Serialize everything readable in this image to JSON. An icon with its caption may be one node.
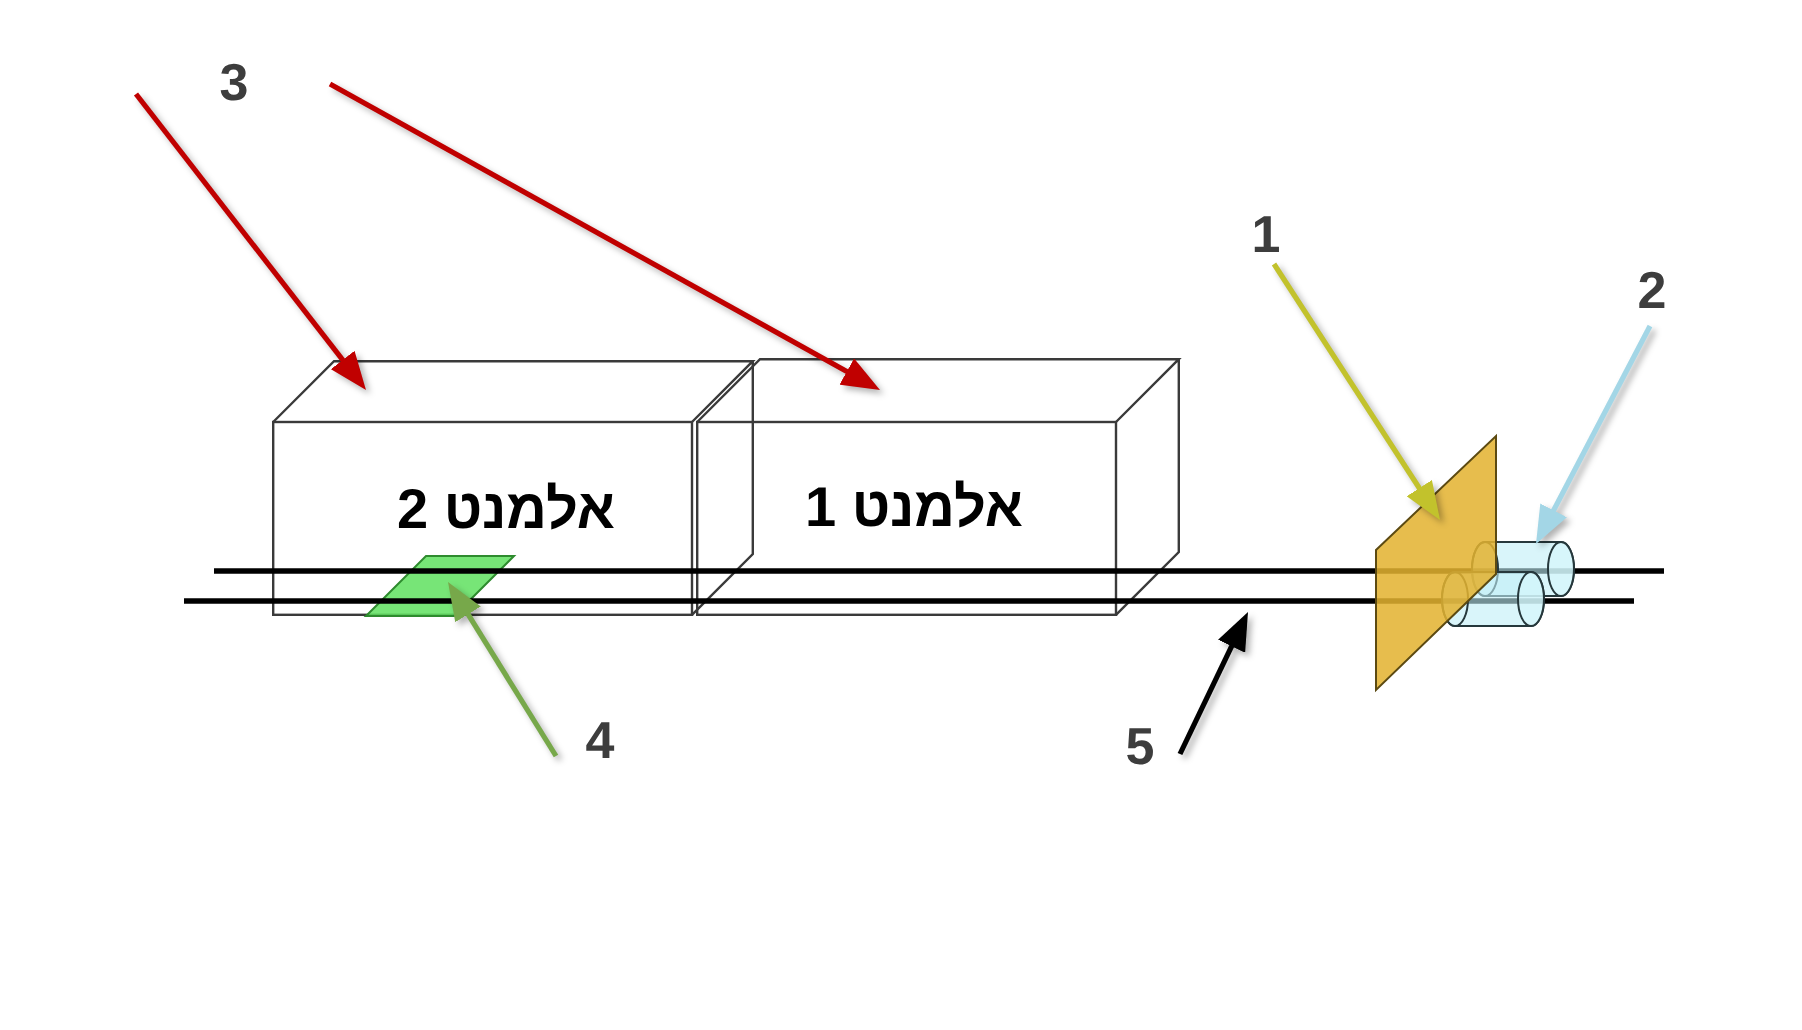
{
  "diagram": {
    "nodes": [
      {
        "text": [
          "3"
        ]
      },
      {
        "text": [
          "1"
        ]
      },
      {
        "text": [
          "2"
        ]
      },
      {
        "text": [
          "אלמנט 2"
        ]
      },
      {
        "text": [
          "אלמנט 1"
        ]
      },
      {
        "text": [],
        "shape": "plate"
      },
      {
        "text": [],
        "shape": "cylinder"
      },
      {
        "text": [],
        "shape": "plate",
        "in": 3
      },
      {
        "text": [],
        "shape": "line"
      },
      {
        "text": [
          "4"
        ]
      },
      {
        "text": [
          "5"
        ]
      }
    ],
    "edges": [
      {
        "from": 0,
        "to": 3,
        "arrow": "to"
      },
      {
        "from": 0,
        "to": 4,
        "arrow": "to"
      },
      {
        "from": 1,
        "to": 5,
        "arrow": "to",
        "color": "#c2c22c"
      },
      {
        "from": 2,
        "to": 6,
        "arrow": "to",
        "color": "#a3d6e6"
      },
      {
        "from": 9,
        "to": 7,
        "arrow": "to",
        "color": "#77a84a"
      },
      {
        "from": 10,
        "to": 8,
        "arrow": "to",
        "color": "#000000"
      }
    ]
  }
}
